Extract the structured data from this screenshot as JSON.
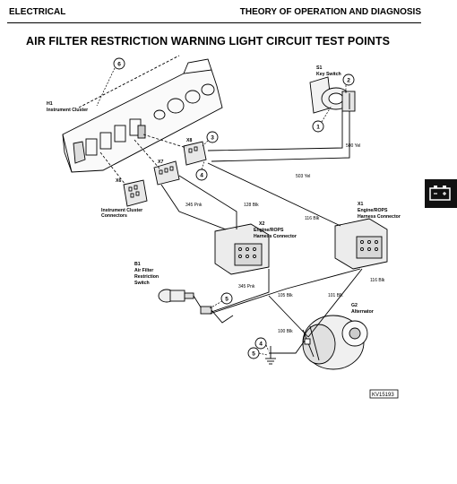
{
  "header": {
    "left": "ELECTRICAL",
    "right": "THEORY OF OPERATION AND DIAGNOSIS"
  },
  "title": "AIR FILTER RESTRICTION WARNING LIGHT CIRCUIT TEST POINTS",
  "components": {
    "h1": {
      "id": "H1",
      "name": "Instrument Cluster"
    },
    "s1": {
      "id": "S1",
      "name": "Key Switch"
    },
    "x6": {
      "id": "X6"
    },
    "x7": {
      "id": "X7"
    },
    "x8": {
      "id": "X8"
    },
    "cluster_connectors": {
      "line1": "Instrument Cluster",
      "line2": "Connectors"
    },
    "x2": {
      "id": "X2",
      "line1": "Engine/ROPS",
      "line2": "Harness Connector"
    },
    "x1": {
      "id": "X1",
      "line1": "Engine/ROPS",
      "line2": "Harness Connector"
    },
    "b1": {
      "id": "B1",
      "line1": "Air Filter",
      "line2": "Restriction",
      "line3": "Switch"
    },
    "g2": {
      "id": "G2",
      "name": "Alternator"
    }
  },
  "wires": {
    "w500": "500 Yel",
    "w503": "503 Yel",
    "w128": "128 Blk",
    "w345a": "345 Pnk",
    "w116a": "116 Blk",
    "w116b": "116 Blk",
    "w345b": "345 Pnk",
    "w105": "105 Blk",
    "w101": "101 Blk",
    "w100": "100 Blk"
  },
  "callouts": {
    "c1": "1",
    "c2": "2",
    "c3": "3",
    "c4": "4",
    "c5": "5",
    "c6": "6",
    "c7": "4",
    "c8": "5"
  },
  "figure_id": "KV15193",
  "side_tab": {
    "icon": "battery-icon"
  }
}
